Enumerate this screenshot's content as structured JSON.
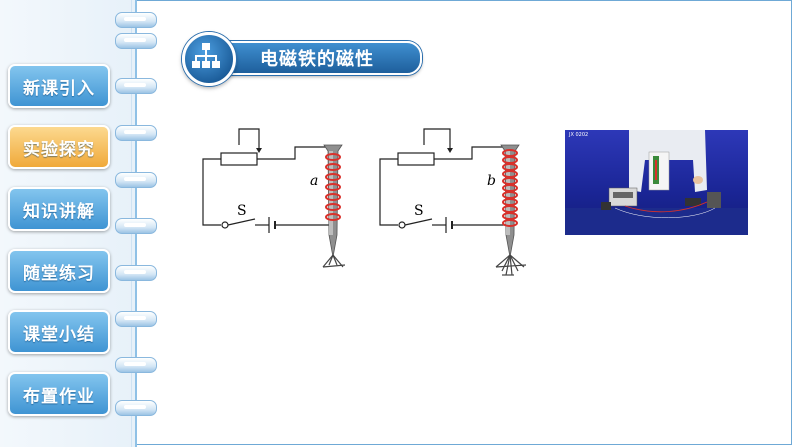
{
  "nav": {
    "items": [
      {
        "label": "新课引入",
        "active": false
      },
      {
        "label": "实验探究",
        "active": true
      },
      {
        "label": "知识讲解",
        "active": false
      },
      {
        "label": "随堂练习",
        "active": false
      },
      {
        "label": "课堂小结",
        "active": false
      },
      {
        "label": "布置作业",
        "active": false
      }
    ]
  },
  "header": {
    "title": "电磁铁的磁性",
    "icon": "hierarchy-icon"
  },
  "diagrams": [
    {
      "coil_label": "a",
      "switch_label": "S"
    },
    {
      "coil_label": "b",
      "switch_label": "S"
    }
  ],
  "video": {
    "caption": "JX 0202"
  },
  "colors": {
    "nav_blue": "#3f94d3",
    "nav_active": "#f0a93a",
    "coil_red": "#d9302a",
    "title_blue": "#1e5f9c"
  }
}
